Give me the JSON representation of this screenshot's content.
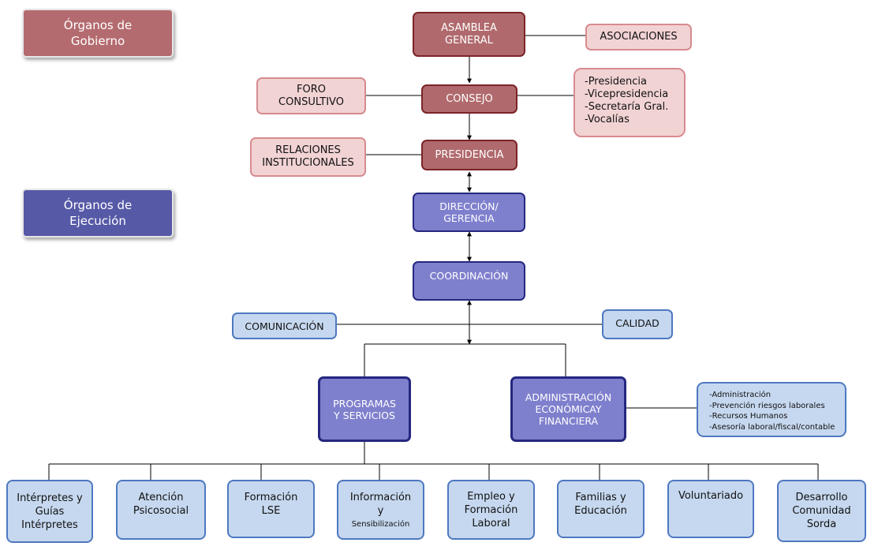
{
  "legend": {
    "gobierno": "Órganos de\nGobierno",
    "ejecucion": "Órganos de\nEjecución"
  },
  "gobierno": {
    "asamblea": "ASAMBLEA\nGENERAL",
    "asociaciones": "ASOCIACIONES",
    "consejo": "CONSEJO",
    "foro": "FORO\nCONSULTIVO",
    "cargos": [
      "-Presidencia",
      "-Vicepresidencia",
      "-Secretaría Gral.",
      "-Vocalías"
    ],
    "presidencia": "PRESIDENCIA",
    "relaciones": "RELACIONES\nINSTITUCIONALES"
  },
  "ejecucion": {
    "direccion": "DIRECCIÓN/\nGERENCIA",
    "coordinacion": "COORDINACIÓN",
    "comunicacion": "COMUNICACIÓN",
    "calidad": "CALIDAD",
    "programas": "PROGRAMAS\nY SERVICIOS",
    "administracion": "ADMINISTRACIÓN\nECONÓMICAY\nFINANCIERA",
    "admin_items": [
      "-Administración",
      "-Prevención riesgos laborales",
      "-Recursos Humanos",
      "-Asesoría laboral/fiscal/contable"
    ]
  },
  "servicios": {
    "interpretes": "Intérpretes y\nGuías\nIntérpretes",
    "atencion": "Atención\nPsicosocial",
    "formacion": "Formación\nLSE",
    "informacion": "Información\ny",
    "sensibilizacion": "Sensibilización",
    "empleo": "Empleo y\nFormación\nLaboral",
    "familias": "Familias y\nEducación",
    "voluntariado": "Voluntariado",
    "desarrollo": "Desarrollo\nComunidad\nSorda"
  },
  "colors": {
    "gobierno_fill": "#b06a6d",
    "gobierno_side_fill": "#f2d3d4",
    "ejecucion_fill": "#7f80cd",
    "ejecucion_side_fill": "#c6d8ef"
  }
}
